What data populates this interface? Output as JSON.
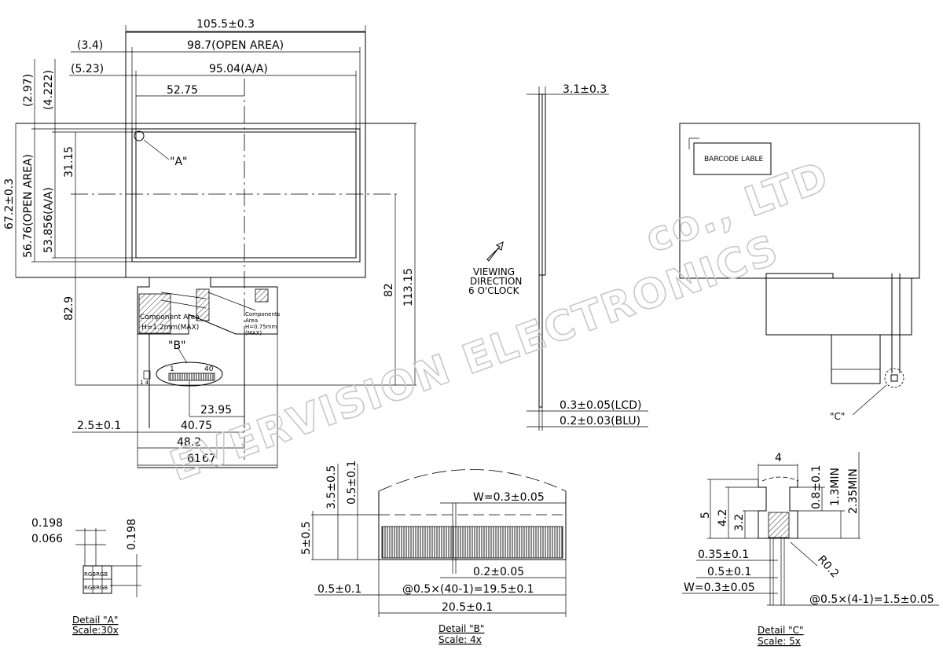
{
  "front_view": {
    "dims_top": [
      "105.5±0.3",
      "(3.4)",
      "98.7(OPEN AREA)",
      "(5.23)",
      "95.04(A/A)",
      "52.75"
    ],
    "dims_left": [
      "(2.97)",
      "(4.222)",
      "67.2±0.3",
      "56.76(OPEN AREA)",
      "53.856(A/A)",
      "31.15",
      "82.9"
    ],
    "dims_right": [
      "113.15",
      "82"
    ],
    "dims_bottom": [
      "23.95",
      "2.5±0.1",
      "40.75",
      "48.2",
      "61",
      "67"
    ],
    "labels": {
      "a_marker": "\"A\"",
      "b_marker": "\"B\"",
      "component_area": "Component Area",
      "component_height": "H=1.2mm(MAX)",
      "components_area_lines": [
        "Components",
        "Area",
        "H=0.75mm",
        "(MAX)"
      ],
      "pin_first": "1",
      "pin_last": "40",
      "pins_small": "1  4"
    }
  },
  "side_view": {
    "thickness": "3.1±0.3",
    "viewing_lines": [
      "VIEWING",
      "DIRECTION",
      "6 O'CLOCK"
    ],
    "lcd": "0.3±0.05(LCD)",
    "blu": "0.2±0.03(BLU)"
  },
  "back_view": {
    "barcode": "BARCODE LABLE",
    "c_marker": "\"C\""
  },
  "detail_a": {
    "dims": [
      "0.198",
      "0.066",
      "0.198"
    ],
    "rgb_rows": [
      "RGBRGB",
      "RGBRGB"
    ],
    "title": "Detail \"A\"",
    "scale": "Scale:30x"
  },
  "detail_b": {
    "dims": [
      "3.5±0.5",
      "0.5±0.1",
      "5±0.5",
      "W=0.3±0.05",
      "0.2±0.05",
      "0.5±0.1",
      "@0.5×(40-1)=19.5±0.1",
      "20.5±0.1"
    ],
    "title": "Detail \"B\"",
    "scale": "Scale: 4x"
  },
  "detail_c": {
    "dims": [
      "4",
      "5",
      "4.2",
      "3.2",
      "0.8±0.1",
      "1.3MIN",
      "2.35MIN",
      "0.35±0.1",
      "0.5±0.1",
      "W=0.3±0.05",
      "@0.5×(4-1)=1.5±0.05",
      "R0.2"
    ],
    "title": "Detail \"C\"",
    "scale": "Scale: 5x"
  },
  "watermark": [
    "EVERVISION ELECTRONICS",
    "co., LTD"
  ]
}
